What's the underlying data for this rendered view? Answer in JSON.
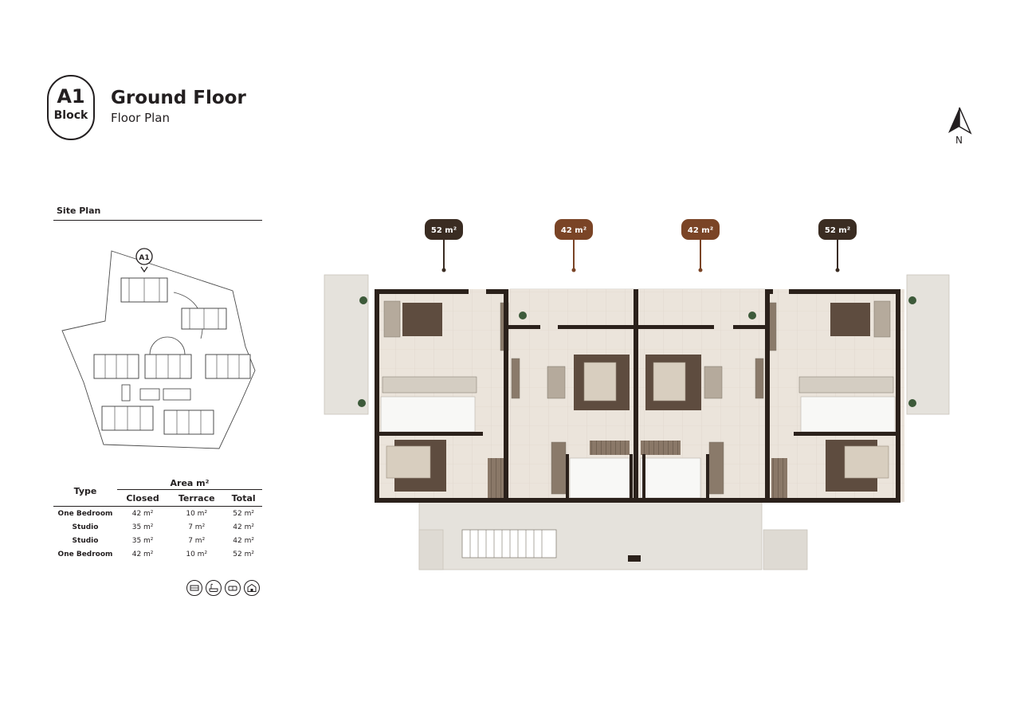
{
  "block": {
    "code": "A1",
    "label": "Block"
  },
  "heading": {
    "title": "Ground Floor",
    "subtitle": "Floor Plan"
  },
  "compass": {
    "label": "N"
  },
  "site_plan": {
    "title": "Site Plan",
    "marker": "A1"
  },
  "area_table": {
    "type_header": "Type",
    "area_header": "Area m²",
    "columns": [
      "Closed",
      "Terrace",
      "Total"
    ],
    "rows": [
      {
        "type": "One Bedroom",
        "closed": "42 m²",
        "terrace": "10 m²",
        "total": "52 m²"
      },
      {
        "type": "Studio",
        "closed": "35 m²",
        "terrace": "7 m²",
        "total": "42 m²"
      },
      {
        "type": "Studio",
        "closed": "35 m²",
        "terrace": "7 m²",
        "total": "42 m²"
      },
      {
        "type": "One Bedroom",
        "closed": "42 m²",
        "terrace": "10 m²",
        "total": "52 m²"
      }
    ]
  },
  "amenity_icons": [
    "bed-icon",
    "bath-icon",
    "sofa-icon",
    "building-icon"
  ],
  "unit_tags": [
    {
      "label": "52 m²",
      "color": "#3a2c22"
    },
    {
      "label": "42 m²",
      "color": "#7a4426"
    },
    {
      "label": "42 m²",
      "color": "#7a4426"
    },
    {
      "label": "52 m²",
      "color": "#3a2c22"
    }
  ],
  "colors": {
    "wall": "#2b211b",
    "floor": "#e9e2d9",
    "terrace": "#e6e3dd",
    "rug": "#5e4c3f"
  }
}
